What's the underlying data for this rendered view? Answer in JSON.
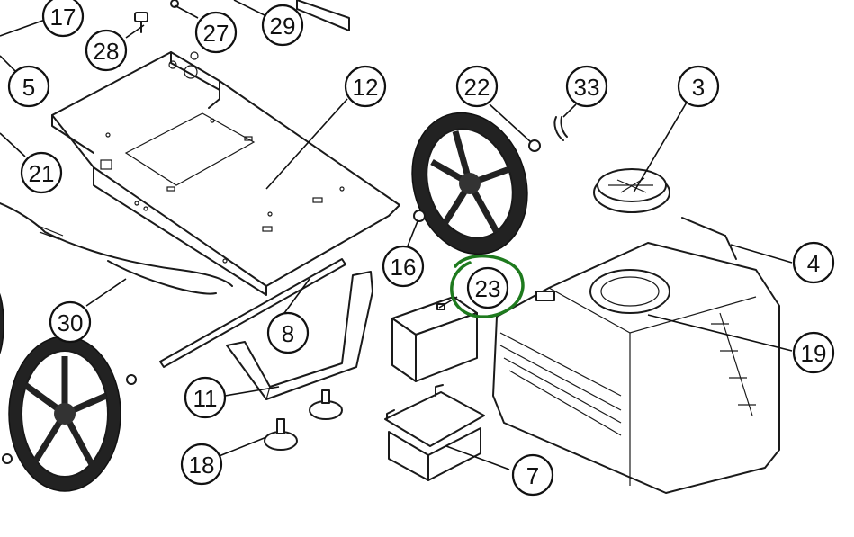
{
  "highlight_color": "#1e7a1e",
  "highlighted_callout": "23",
  "callouts": [
    {
      "id": "17",
      "label": "17"
    },
    {
      "id": "28",
      "label": "28"
    },
    {
      "id": "27",
      "label": "27"
    },
    {
      "id": "29",
      "label": "29"
    },
    {
      "id": "5",
      "label": "5"
    },
    {
      "id": "12",
      "label": "12"
    },
    {
      "id": "22",
      "label": "22"
    },
    {
      "id": "33",
      "label": "33"
    },
    {
      "id": "3",
      "label": "3"
    },
    {
      "id": "21",
      "label": "21"
    },
    {
      "id": "4",
      "label": "4"
    },
    {
      "id": "16",
      "label": "16"
    },
    {
      "id": "23",
      "label": "23"
    },
    {
      "id": "30",
      "label": "30"
    },
    {
      "id": "8",
      "label": "8"
    },
    {
      "id": "19",
      "label": "19"
    },
    {
      "id": "11",
      "label": "11"
    },
    {
      "id": "18",
      "label": "18"
    },
    {
      "id": "7",
      "label": "7"
    }
  ]
}
